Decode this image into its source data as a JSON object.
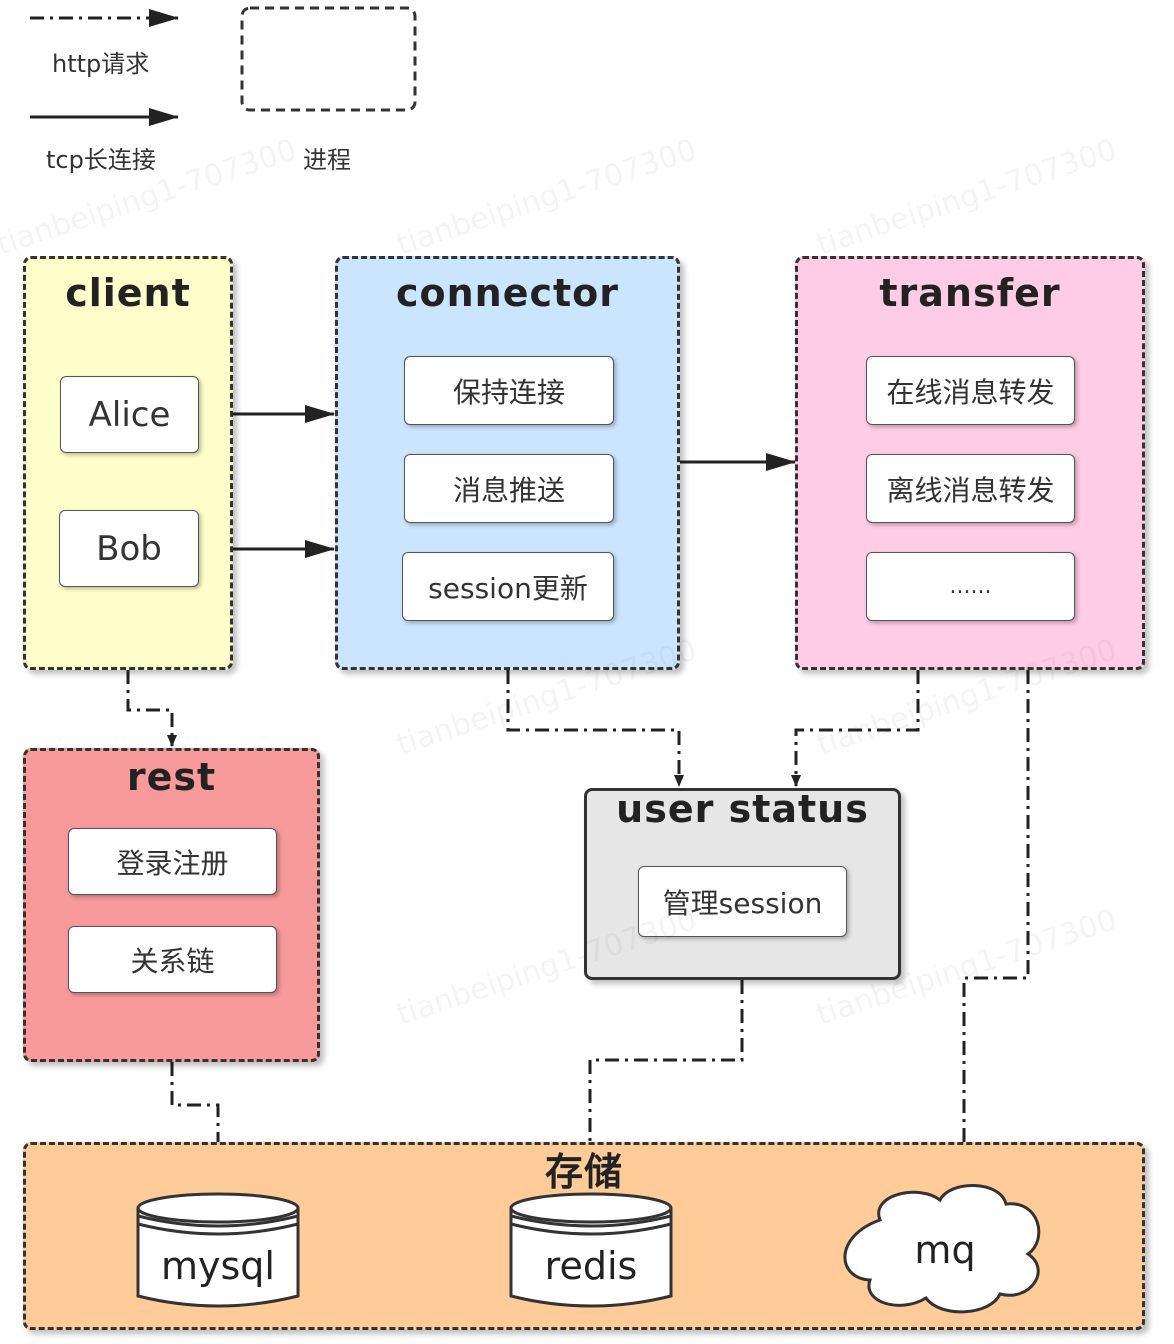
{
  "legend": {
    "http_label": "http请求",
    "tcp_label": "tcp长连接",
    "process_label": "进程"
  },
  "client": {
    "title": "client",
    "items": [
      "Alice",
      "Bob"
    ],
    "fill": "#ffffcc"
  },
  "connector": {
    "title": "connector",
    "items": [
      "保持连接",
      "消息推送",
      "session更新"
    ],
    "fill": "#cce5ff"
  },
  "transfer": {
    "title": "transfer",
    "items": [
      "在线消息转发",
      "离线消息转发",
      "......"
    ],
    "fill": "#ffcce6"
  },
  "rest": {
    "title": "rest",
    "items": [
      "登录注册",
      "关系链"
    ],
    "fill": "#f8999c"
  },
  "user_status": {
    "title": "user status",
    "items": [
      "管理session"
    ],
    "fill": "#e6e6e6"
  },
  "storage": {
    "title": "存储",
    "fill": "#ffcc99",
    "mysql_label": "mysql",
    "redis_label": "redis",
    "mq_label": "mq"
  },
  "watermark": "tianbeiping1-707300"
}
